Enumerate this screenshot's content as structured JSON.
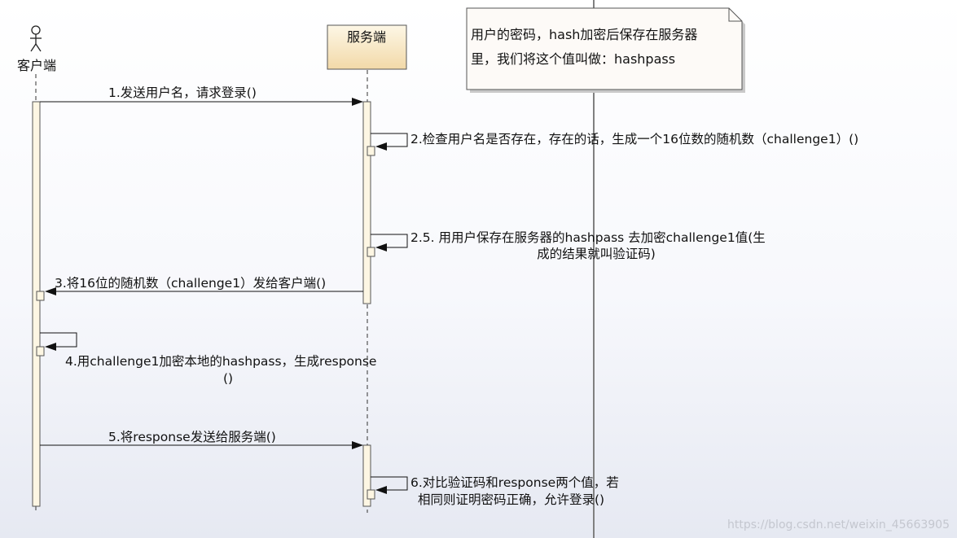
{
  "lifelines": {
    "client": "客户端",
    "server": "服务端"
  },
  "note": {
    "line1": "用户的密码，hash加密后保存在服务器",
    "line2": "里，我们将这个值叫做：hashpass"
  },
  "messages": {
    "m1": "1.发送用户名，请求登录()",
    "m2": "2.检查用户名是否存在，存在的话，生成一个16位数的随机数（challenge1）()",
    "m25_line1": "2.5. 用用户保存在服务器的hashpass 去加密challenge1值(生",
    "m25_line2": "成的结果就叫验证码)",
    "m3": "3.将16位的随机数（challenge1）发给客户端()",
    "m4_line1": "4.用challenge1加密本地的hashpass，生成response",
    "m4_line2": "()",
    "m5": "5.将response发送给服务端()",
    "m6_line1": "6.对比验证码和response两个值，若",
    "m6_line2": "相同则证明密码正确，允许登录()"
  },
  "watermark": "https://blog.csdn.net/weixin_45663905"
}
